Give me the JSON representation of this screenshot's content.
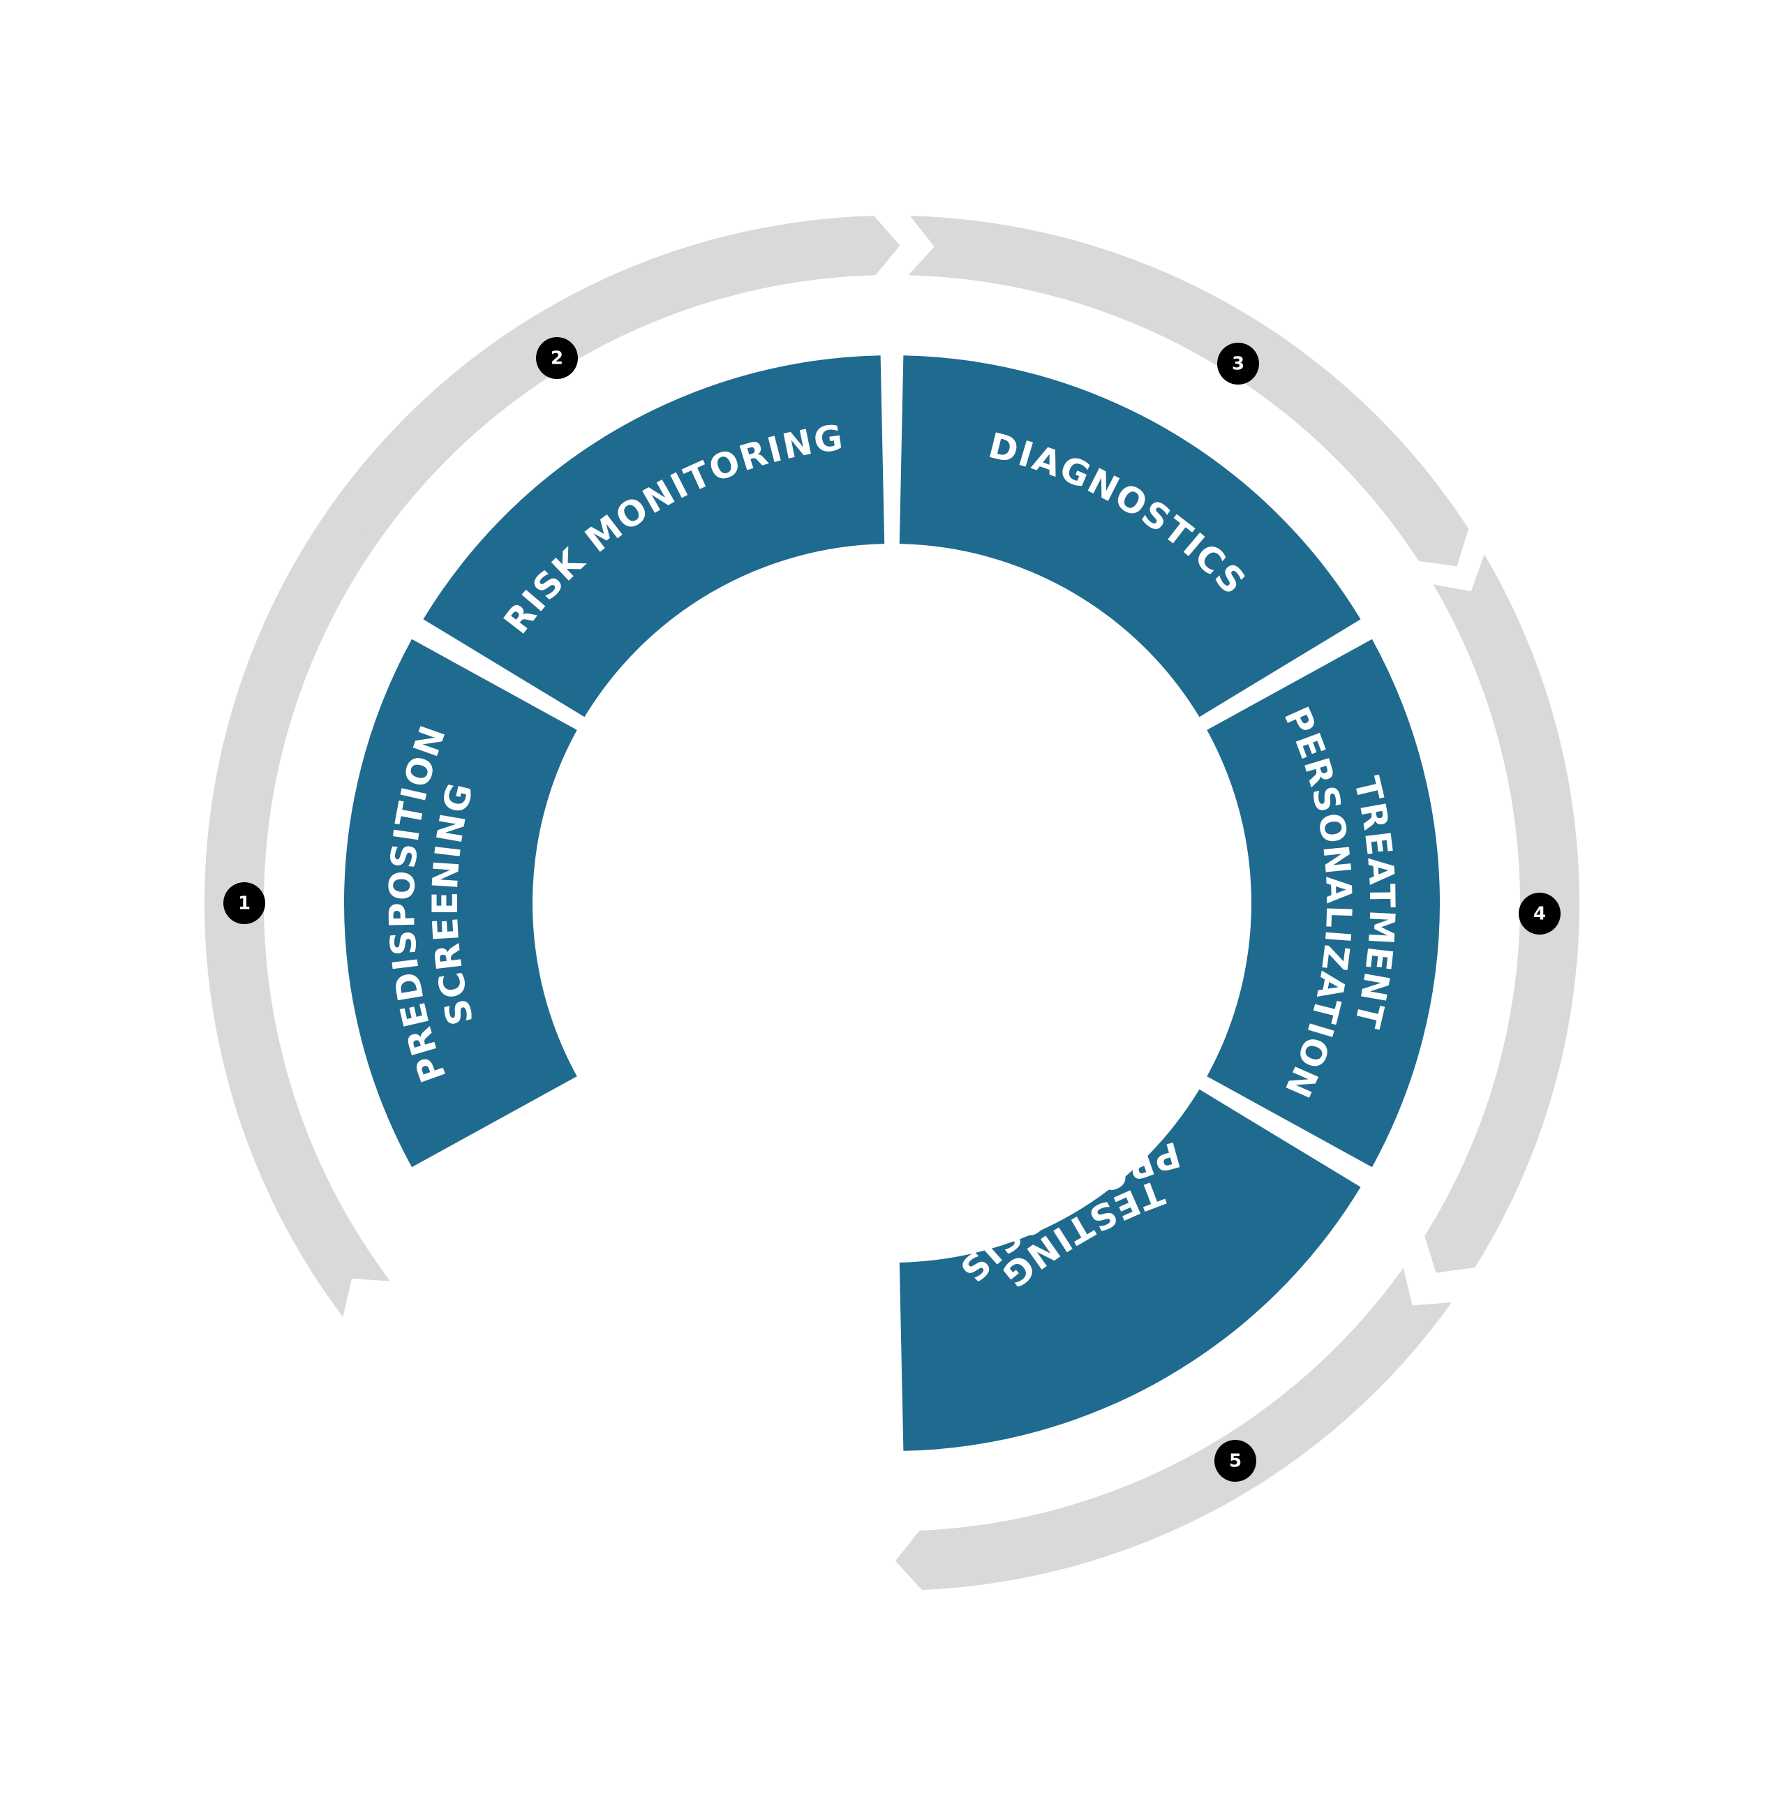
{
  "colors": {
    "segment": "#1F6A8F",
    "outer_arc": "#D9D9D9",
    "badge": "#000000",
    "label": "#FFFFFF",
    "background": "#FFFFFF"
  },
  "stages": [
    {
      "number": "1",
      "lines": [
        "PREDISPOSITION",
        "SCREENING"
      ]
    },
    {
      "number": "2",
      "lines": [
        "RISK MONITORING"
      ]
    },
    {
      "number": "3",
      "lines": [
        "DIAGNOSTICS"
      ]
    },
    {
      "number": "4",
      "lines": [
        "TREATMENT",
        "PERSONALIZATION"
      ]
    },
    {
      "number": "5",
      "lines": [
        "PROGNOSIS",
        "TESTING"
      ]
    }
  ]
}
